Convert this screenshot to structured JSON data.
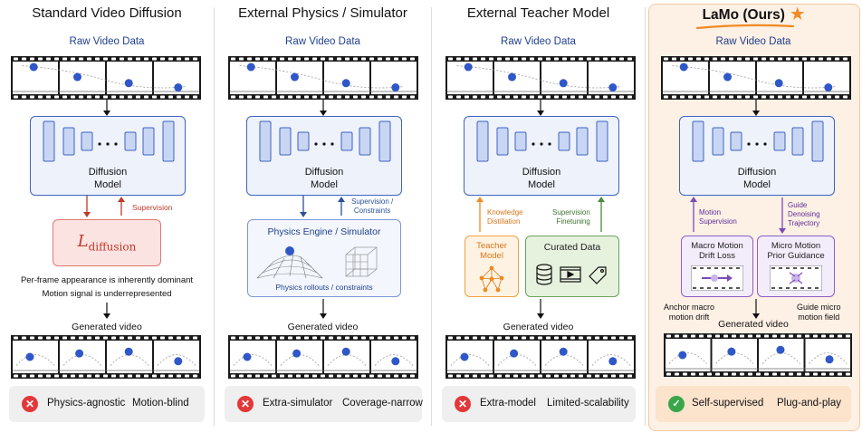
{
  "columns": [
    {
      "title": "Standard Video Diffusion",
      "raw_label": "Raw Video Data",
      "model_label_1": "Diffusion",
      "model_label_2": "Model",
      "supervision_label": "Supervision",
      "loss_label_main": "L",
      "loss_label_sub": "diffusion",
      "note_1": "Per-frame appearance is inherently dominant",
      "note_2": "Motion signal is underrepresented",
      "generated_label": "Generated video",
      "badge_1": "Physics-agnostic",
      "badge_2": "Motion-blind",
      "badge_icon": "x-icon"
    },
    {
      "title": "External Physics / Simulator",
      "raw_label": "Raw Video Data",
      "model_label_1": "Diffusion",
      "model_label_2": "Model",
      "supervision_label_1": "Supervision /",
      "supervision_label_2": "Constraints",
      "engine_title": "Physics Engine / Simulator",
      "engine_caption": "Physics rollouts / constraints",
      "generated_label": "Generated video",
      "badge_1": "Extra-simulator",
      "badge_2": "Coverage-narrow",
      "badge_icon": "x-icon"
    },
    {
      "title": "External Teacher Model",
      "raw_label": "Raw Video Data",
      "model_label_1": "Diffusion",
      "model_label_2": "Model",
      "knowledge_1": "Knowledge",
      "knowledge_2": "Distillation",
      "supervision_1": "Supervision",
      "supervision_2": "Finetuning",
      "teacher_1": "Teacher",
      "teacher_2": "Model",
      "curated": "Curated Data",
      "generated_label": "Generated video",
      "badge_1": "Extra-model",
      "badge_2": "Limited-scalability",
      "badge_icon": "x-icon"
    },
    {
      "title": "LaMo (Ours)",
      "raw_label": "Raw Video Data",
      "model_label_1": "Diffusion",
      "model_label_2": "Model",
      "motion_sup_1": "Motion",
      "motion_sup_2": "Supervision",
      "guide_1": "Guide",
      "guide_2": "Denoising",
      "guide_3": "Trajectory",
      "macro_1": "Macro Motion",
      "macro_2": "Drift Loss",
      "micro_1": "Micro Motion",
      "micro_2": "Prior Guidance",
      "anchor_1": "Anchor macro",
      "anchor_2": "motion drift",
      "guide_micro_1": "Guide micro",
      "guide_micro_2": "motion field",
      "generated_label": "Generated video",
      "badge_1": "Self-supervised",
      "badge_2": "Plug-and-play",
      "badge_icon": "check-icon"
    }
  ],
  "colors": {
    "blue": "#3f63c0",
    "red": "#c0392b",
    "orange": "#f08a24",
    "green": "#4a8a3a",
    "purple": "#7b4bb8"
  }
}
